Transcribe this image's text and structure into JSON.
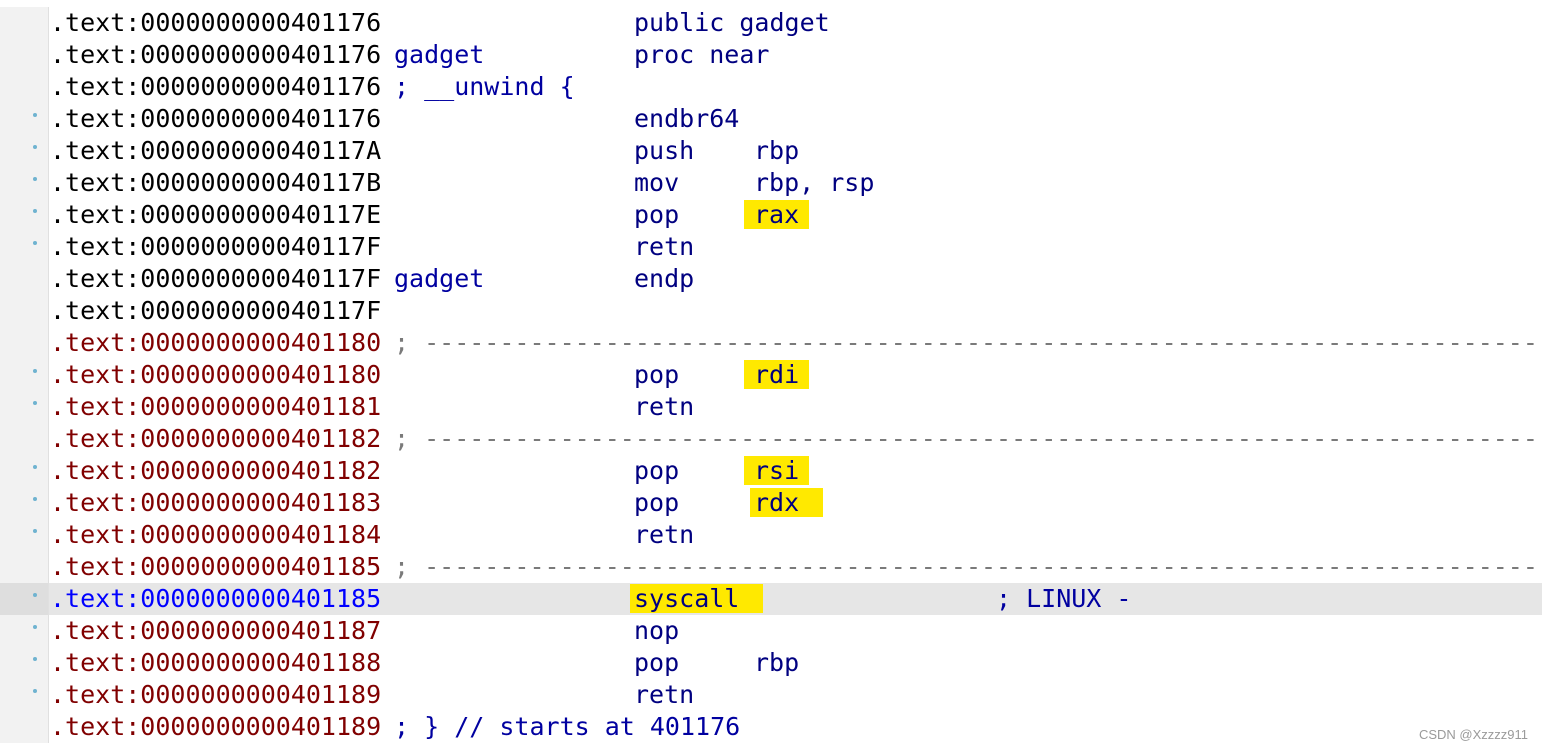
{
  "lines": [
    {
      "addr": ".text:0000000000401176",
      "addr_color": "black",
      "dot": false,
      "label": "",
      "mnem": "public gadget",
      "oper": "",
      "comment": "",
      "sep": "",
      "hl": "",
      "current": false
    },
    {
      "addr": ".text:0000000000401176",
      "addr_color": "black",
      "dot": false,
      "label": "gadget",
      "mnem": "proc near",
      "oper": "",
      "comment": "",
      "sep": "",
      "hl": "",
      "current": false
    },
    {
      "addr": ".text:0000000000401176",
      "addr_color": "black",
      "dot": false,
      "label": "; __unwind {",
      "mnem": "",
      "oper": "",
      "comment": "",
      "sep": "",
      "hl": "",
      "current": false
    },
    {
      "addr": ".text:0000000000401176",
      "addr_color": "black",
      "dot": true,
      "label": "",
      "mnem": "endbr64",
      "oper": "",
      "comment": "",
      "sep": "",
      "hl": "",
      "current": false
    },
    {
      "addr": ".text:000000000040117A",
      "addr_color": "black",
      "dot": true,
      "label": "",
      "mnem": "push",
      "oper": "rbp",
      "comment": "",
      "sep": "",
      "hl": "",
      "current": false
    },
    {
      "addr": ".text:000000000040117B",
      "addr_color": "black",
      "dot": true,
      "label": "",
      "mnem": "mov",
      "oper": "rbp, rsp",
      "comment": "",
      "sep": "",
      "hl": "",
      "current": false
    },
    {
      "addr": ".text:000000000040117E",
      "addr_color": "black",
      "dot": true,
      "label": "",
      "mnem": "pop",
      "oper": "rax",
      "comment": "",
      "sep": "",
      "hl": "oper",
      "current": false
    },
    {
      "addr": ".text:000000000040117F",
      "addr_color": "black",
      "dot": true,
      "label": "",
      "mnem": "retn",
      "oper": "",
      "comment": "",
      "sep": "",
      "hl": "",
      "current": false
    },
    {
      "addr": ".text:000000000040117F",
      "addr_color": "black",
      "dot": false,
      "label": "gadget",
      "mnem": "endp",
      "oper": "",
      "comment": "",
      "sep": "",
      "hl": "",
      "current": false
    },
    {
      "addr": ".text:000000000040117F",
      "addr_color": "black",
      "dot": false,
      "label": "",
      "mnem": "",
      "oper": "",
      "comment": "",
      "sep": "",
      "hl": "",
      "current": false
    },
    {
      "addr": ".text:0000000000401180",
      "addr_color": "maroon",
      "dot": false,
      "label": "",
      "mnem": "",
      "oper": "",
      "comment": "",
      "sep": "; ---------------------------------------------------------------------------------------------------------------------",
      "hl": "",
      "current": false
    },
    {
      "addr": ".text:0000000000401180",
      "addr_color": "maroon",
      "dot": true,
      "label": "",
      "mnem": "pop",
      "oper": "rdi",
      "comment": "",
      "sep": "",
      "hl": "oper",
      "current": false
    },
    {
      "addr": ".text:0000000000401181",
      "addr_color": "maroon",
      "dot": true,
      "label": "",
      "mnem": "retn",
      "oper": "",
      "comment": "",
      "sep": "",
      "hl": "",
      "current": false
    },
    {
      "addr": ".text:0000000000401182",
      "addr_color": "maroon",
      "dot": false,
      "label": "",
      "mnem": "",
      "oper": "",
      "comment": "",
      "sep": "; ---------------------------------------------------------------------------------------------------------------------",
      "hl": "",
      "current": false
    },
    {
      "addr": ".text:0000000000401182",
      "addr_color": "maroon",
      "dot": true,
      "label": "",
      "mnem": "pop",
      "oper": "rsi",
      "comment": "",
      "sep": "",
      "hl": "oper",
      "current": false
    },
    {
      "addr": ".text:0000000000401183",
      "addr_color": "maroon",
      "dot": true,
      "label": "",
      "mnem": "pop",
      "oper": "rdx",
      "comment": "",
      "sep": "",
      "hl": "oper-wide",
      "current": false
    },
    {
      "addr": ".text:0000000000401184",
      "addr_color": "maroon",
      "dot": true,
      "label": "",
      "mnem": "retn",
      "oper": "",
      "comment": "",
      "sep": "",
      "hl": "",
      "current": false
    },
    {
      "addr": ".text:0000000000401185",
      "addr_color": "maroon",
      "dot": false,
      "label": "",
      "mnem": "",
      "oper": "",
      "comment": "",
      "sep": "; ---------------------------------------------------------------------------------------------------------------------",
      "hl": "",
      "current": false
    },
    {
      "addr": ".text:0000000000401185",
      "addr_color": "blue",
      "dot": true,
      "label": "",
      "mnem": "syscall",
      "oper": "",
      "comment": "; LINUX -",
      "sep": "",
      "hl": "mnem-wide",
      "current": true
    },
    {
      "addr": ".text:0000000000401187",
      "addr_color": "maroon",
      "dot": true,
      "label": "",
      "mnem": "nop",
      "oper": "",
      "comment": "",
      "sep": "",
      "hl": "",
      "current": false
    },
    {
      "addr": ".text:0000000000401188",
      "addr_color": "maroon",
      "dot": true,
      "label": "",
      "mnem": "pop",
      "oper": "rbp",
      "comment": "",
      "sep": "",
      "hl": "",
      "current": false
    },
    {
      "addr": ".text:0000000000401189",
      "addr_color": "maroon",
      "dot": true,
      "label": "",
      "mnem": "retn",
      "oper": "",
      "comment": "",
      "sep": "",
      "hl": "",
      "current": false
    },
    {
      "addr": ".text:0000000000401189",
      "addr_color": "maroon",
      "dot": false,
      "label": "; } // starts at 401176",
      "mnem": "",
      "oper": "",
      "comment": "",
      "sep": "",
      "hl": "",
      "current": false
    }
  ],
  "colors": {
    "black": "#000000",
    "maroon": "#800000",
    "blue": "#0000ff",
    "highlight": "#ffe900",
    "current_line": "#e6e6e6"
  },
  "watermark": "CSDN @Xzzzz911"
}
